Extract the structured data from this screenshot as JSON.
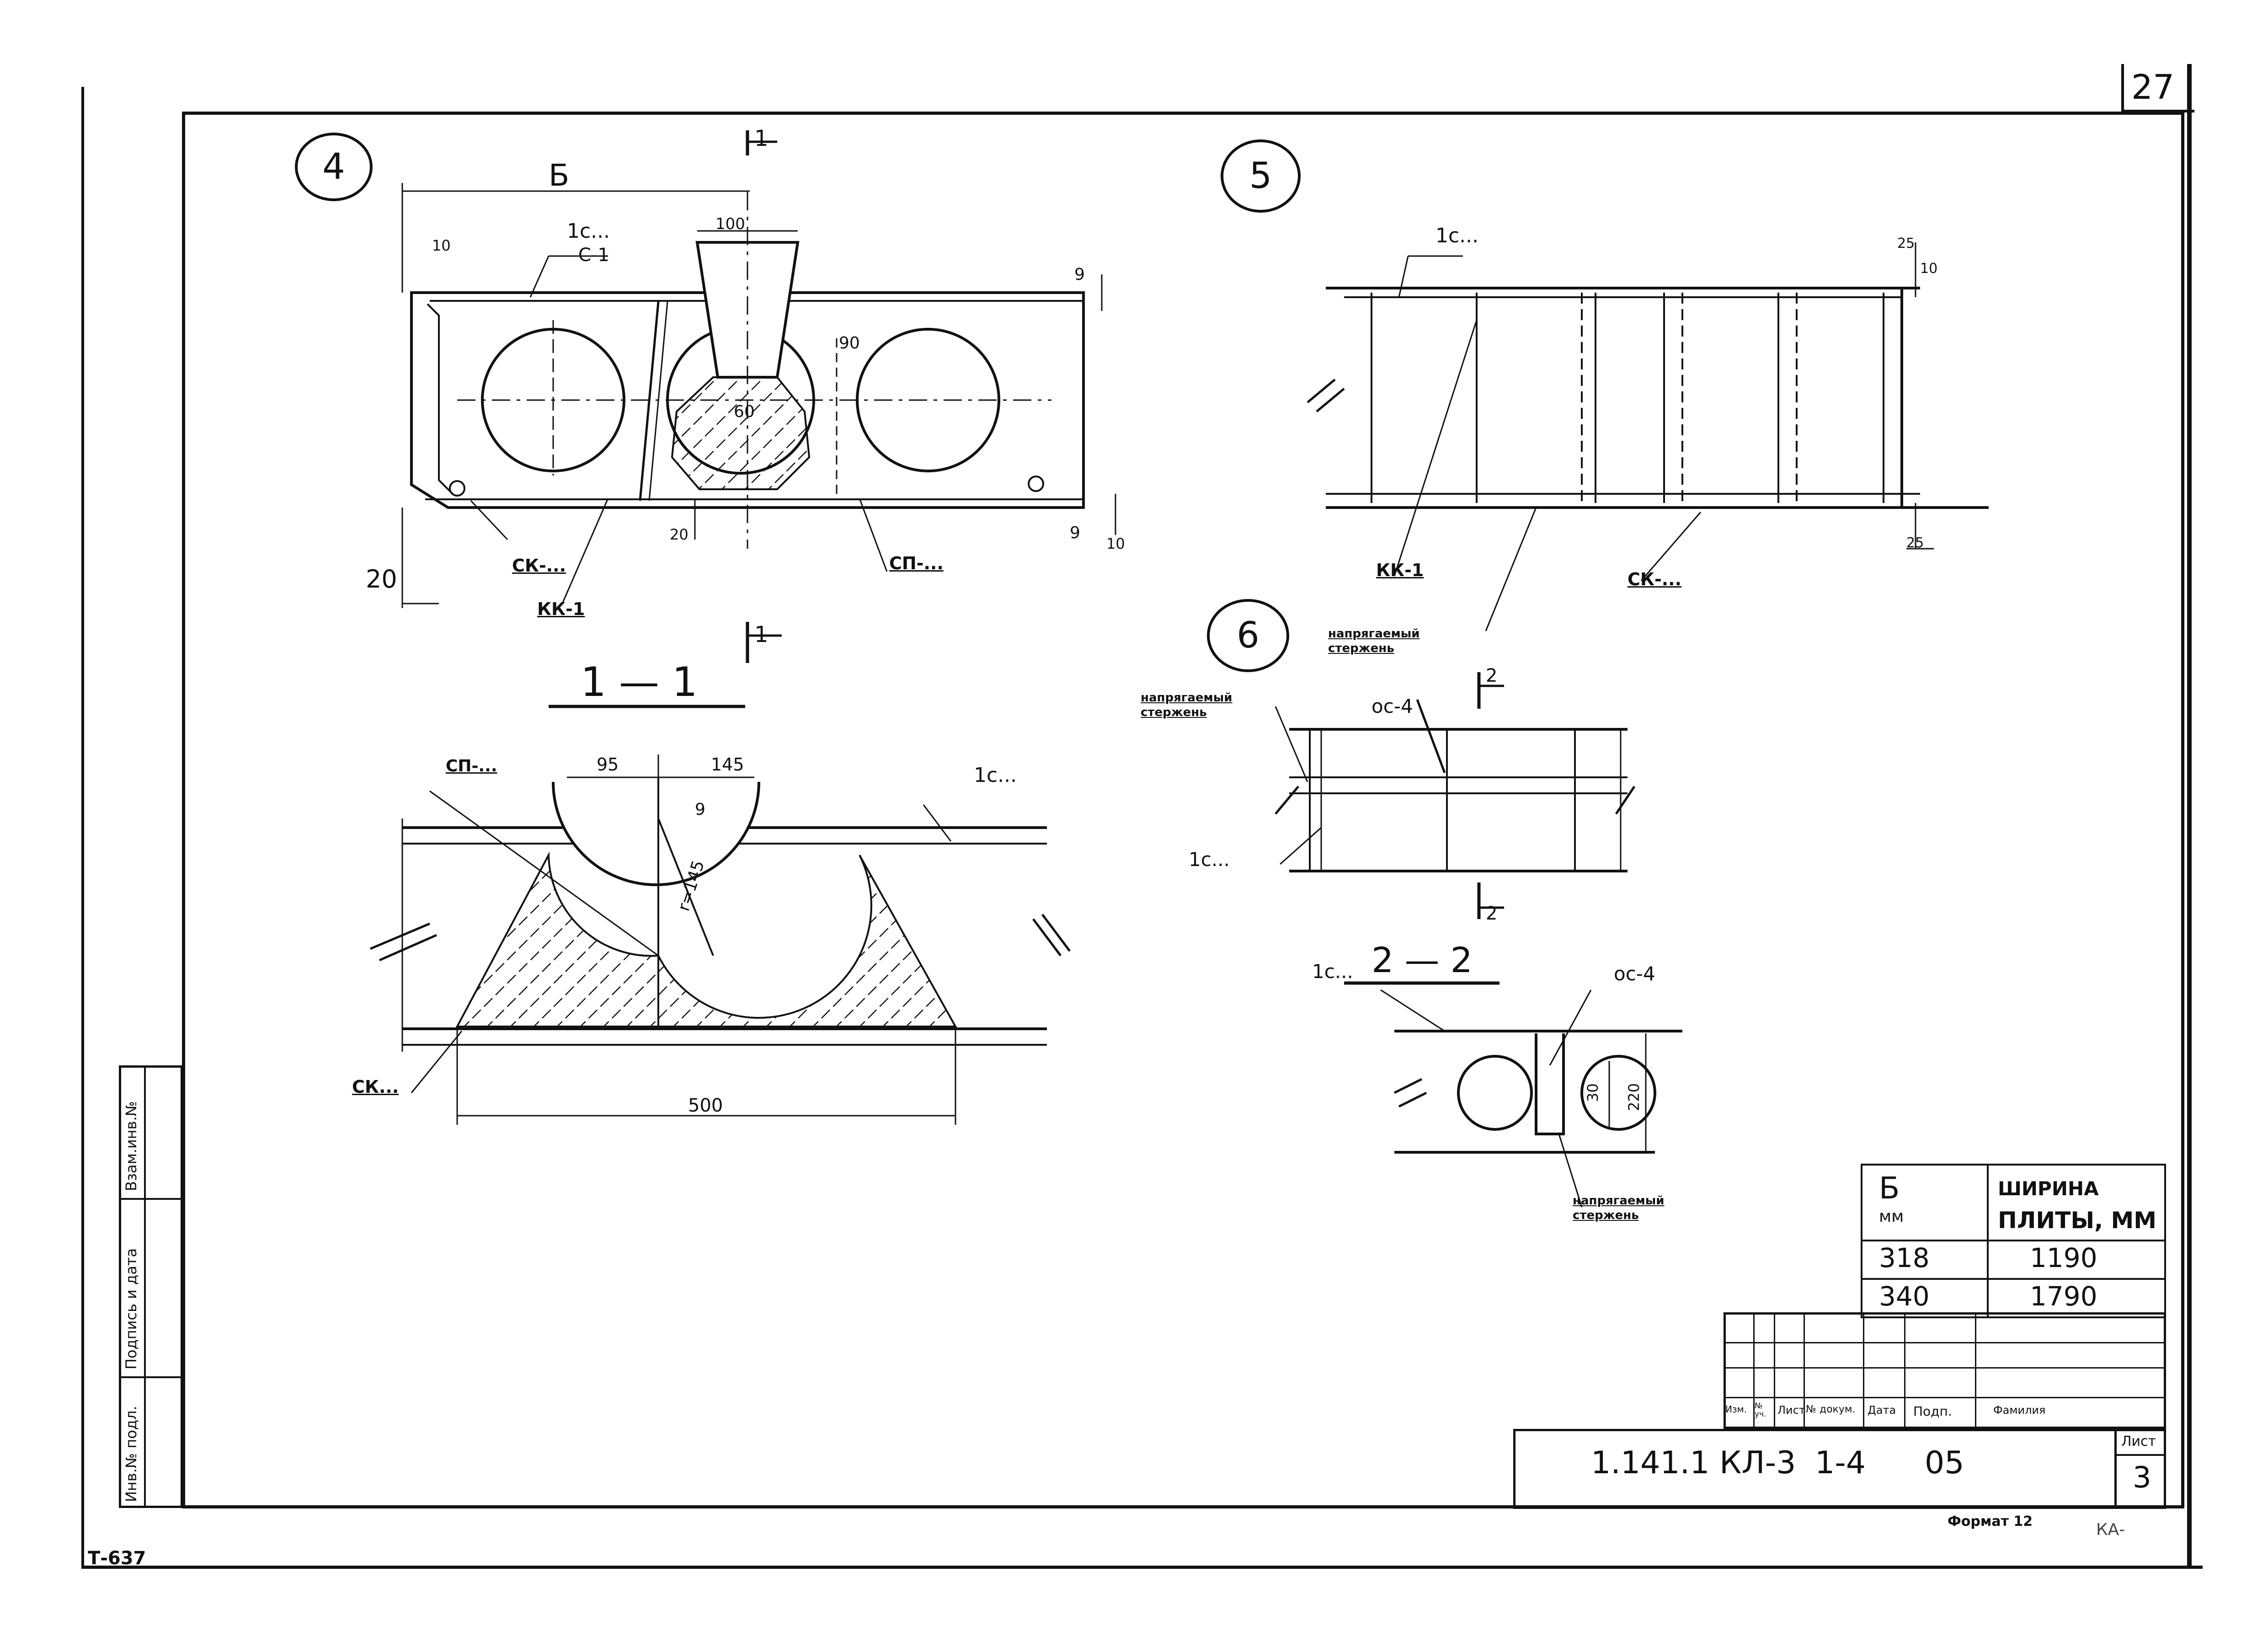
{
  "sheet": {
    "sheet_no_top": "27",
    "archive_code": "Т-637",
    "format_label": "Формат 12",
    "corner_mark": "КА-"
  },
  "details": {
    "d4": "4",
    "d5": "5",
    "d6": "6"
  },
  "detail4": {
    "dim_b": "Б",
    "dim_100": "100",
    "dim_10": "10",
    "dim_9": "9",
    "dim_90": "90",
    "dim_60": "60",
    "dim_20_left": "20",
    "dim_20_mid": "20",
    "dim_9_right": "9",
    "dim_10_right": "10",
    "lbl_ls": "1с...",
    "lbl_c1": "С-1",
    "lbl_sk": "СК-...",
    "lbl_kk1": "КК-1",
    "lbl_sp": "СП-...",
    "section_mark": "1"
  },
  "detail5": {
    "lbl_ls": "1с...",
    "lbl_kk1": "КК-1",
    "lbl_sk": "СК-...",
    "lbl_rod": "напрягаемый стержень",
    "dim_25_top": "25",
    "dim_10": "10",
    "dim_25_bot": "25"
  },
  "section11": {
    "title": "1 — 1",
    "lbl_sp": "СП-...",
    "lbl_ls": "1с...",
    "lbl_sk": "СК...",
    "dim_95": "95",
    "dim_145": "145",
    "dim_9": "9",
    "dim_r": "r=145",
    "dim_500": "500"
  },
  "detail6": {
    "lbl_rod": "напрягаемый стержень",
    "lbl_os4": "ос-4",
    "lbl_ls": "1с...",
    "section_mark": "2"
  },
  "section22": {
    "title": "2 — 2",
    "lbl_ls": "1с...",
    "lbl_os4": "ос-4",
    "lbl_rod": "напрягаемый стержень",
    "dim_30": "30",
    "dim_220": "220"
  },
  "width_table": {
    "col1_header": "Б",
    "col1_unit": "мм",
    "col2_header_1": "ШИРИНА",
    "col2_header_2": "ПЛИТЫ, ММ",
    "rows": [
      {
        "b": "318",
        "width": "1190"
      },
      {
        "b": "340",
        "width": "1790"
      }
    ]
  },
  "title_block": {
    "headers": [
      "Изм.",
      "№ уч.",
      "Лист",
      "№ докум.",
      "Дата",
      "Подп.",
      "Фамилия"
    ],
    "doc_code": "1.141.1 КЛ-3",
    "doc_part": "1-4",
    "doc_issue": "05",
    "sheet_label": "Лист",
    "sheet_no": "3"
  },
  "side_stamp": {
    "col1": "Инв.№ подл.",
    "col2": "Подпись и дата",
    "col3": "Взам.инв.№"
  }
}
